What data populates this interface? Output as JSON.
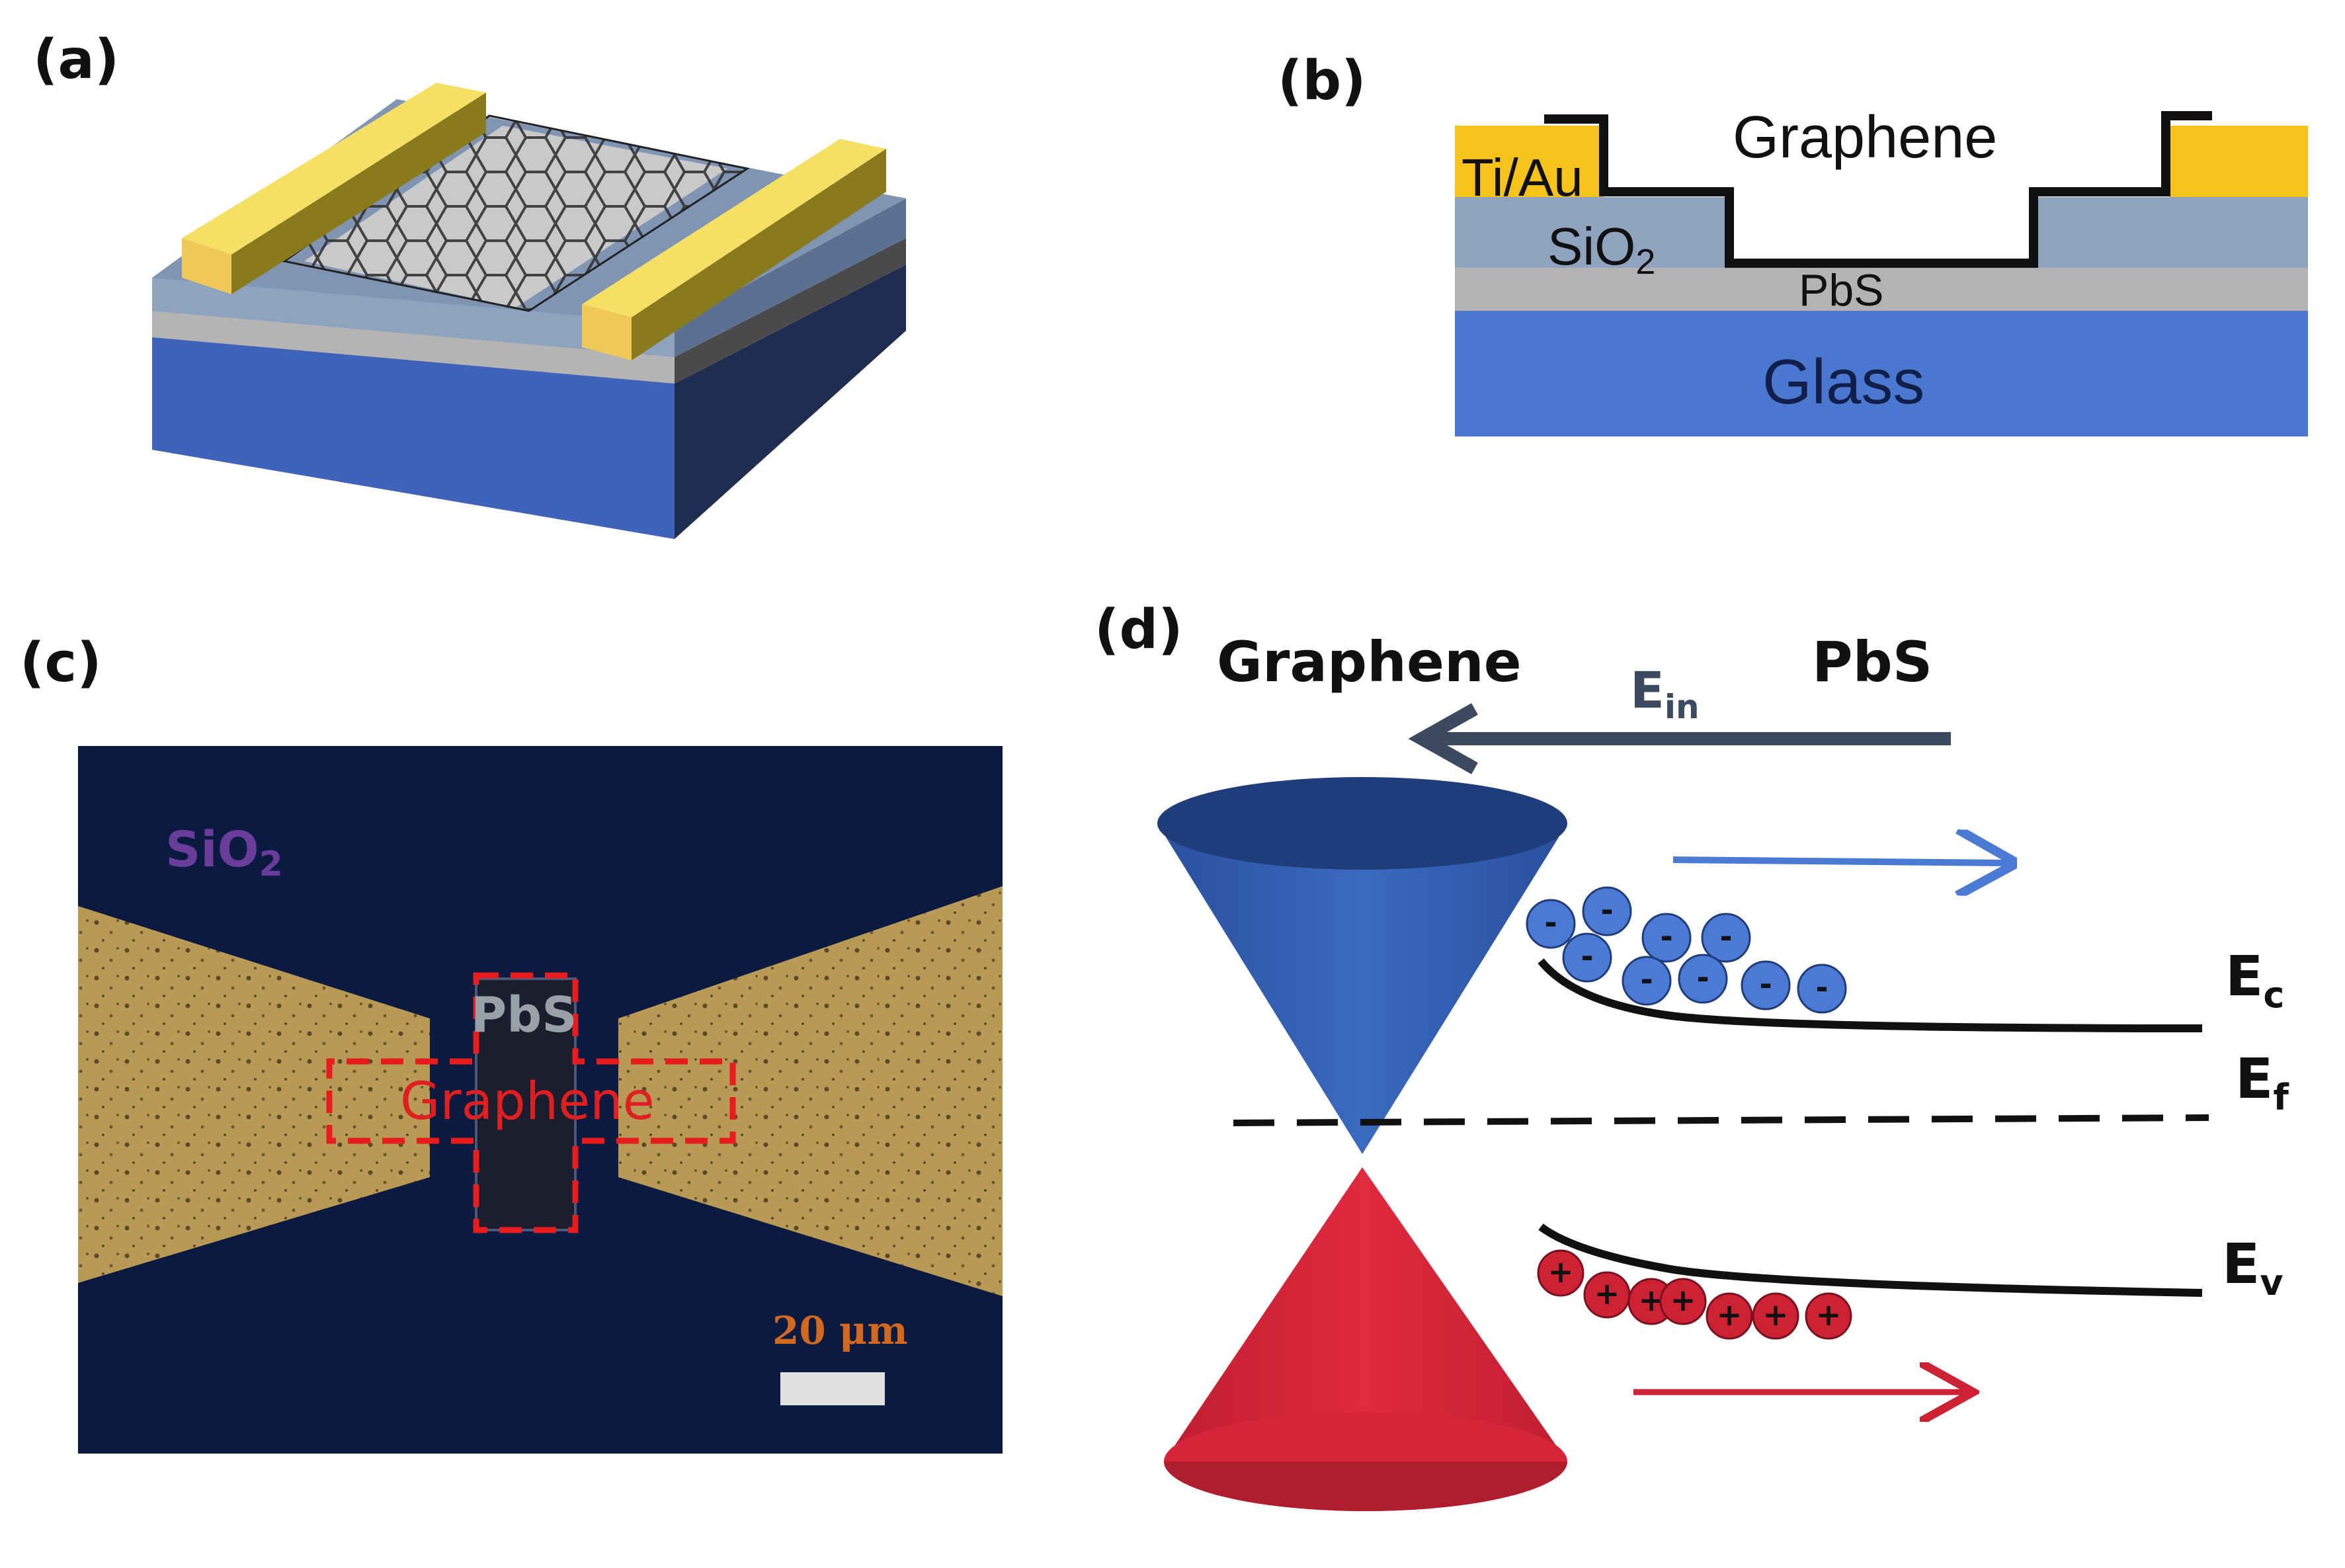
{
  "panels": {
    "a": {
      "label": "(a)"
    },
    "b": {
      "label": "(b)",
      "graphene": "Graphene",
      "electrode": "Ti/Au",
      "oxide": "SiO",
      "oxide_sub": "2",
      "absorber": "PbS",
      "substrate": "Glass"
    },
    "c": {
      "label": "(c)",
      "oxide": "SiO",
      "oxide_sub": "2",
      "absorber": "PbS",
      "graphene": "Graphene",
      "scale": "20 μm"
    },
    "d": {
      "label": "(d)",
      "left": "Graphene",
      "right": "PbS",
      "field": "E",
      "field_sub": "in",
      "conduction": "E",
      "conduction_sub": "c",
      "fermi": "E",
      "fermi_sub": "f",
      "valence": "E",
      "valence_sub": "v",
      "electron_sign": "-",
      "hole_sign": "+"
    }
  },
  "colors": {
    "gold": "#f5e064",
    "layer_gold": "#f7c21a",
    "sio2": "#8ea3bd",
    "pbs": "#b3b3b3",
    "glass": "#4a77cf",
    "cone_blue": "#2f5bb0",
    "cone_red": "#d42638",
    "electron": "#4a7ad4",
    "hole": "#cc2233",
    "field_arrow": "#3b4a5e",
    "micro_bg": "#0a1a40",
    "micro_gold": "#b89a55"
  }
}
